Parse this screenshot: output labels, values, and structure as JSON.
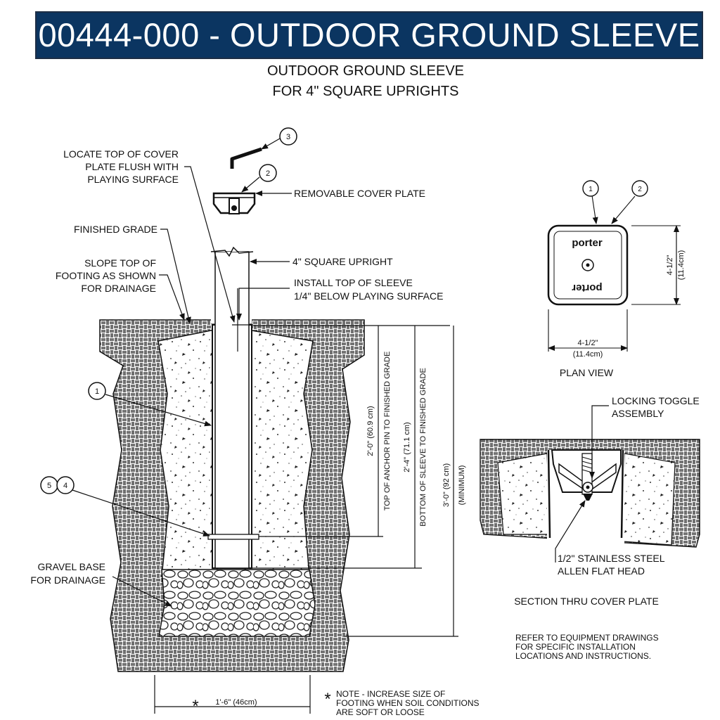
{
  "header": {
    "title": "00444-000 - OUTDOOR GROUND SLEEVE"
  },
  "subtitle": {
    "line1": "OUTDOOR GROUND SLEEVE",
    "line2": "FOR 4\" SQUARE UPRIGHTS"
  },
  "callouts": {
    "locate_top_1": "LOCATE TOP OF COVER",
    "locate_top_2": "PLATE FLUSH WITH",
    "locate_top_3": "PLAYING SURFACE",
    "removable_cover": "REMOVABLE COVER PLATE",
    "finished_grade": "FINISHED GRADE",
    "slope_1": "SLOPE TOP OF",
    "slope_2": "FOOTING AS SHOWN",
    "slope_3": "FOR DRAINAGE",
    "square_upright": "4\" SQUARE UPRIGHT",
    "install_top_1": "INSTALL TOP OF SLEEVE",
    "install_top_2": "1/4\" BELOW PLAYING SURFACE",
    "gravel_1": "GRAVEL BASE",
    "gravel_2": "FOR DRAINAGE"
  },
  "markers": {
    "m1": "1",
    "m2": "2",
    "m3": "3",
    "m4": "4",
    "m5": "5"
  },
  "dimensions": {
    "d20": "2'-0\" (60.9 cm)",
    "d20_label": "TOP OF ANCHOR PIN TO FINISHED GRADE",
    "d24": "2'-4\" (71.1 cm)",
    "d24_label": "BOTTOM OF SLEEVE TO FINISHED GRADE",
    "d30": "3'-0\" (92 cm)",
    "d30_label": "(MINIMUM)",
    "width": "1'-6\" (46cm)",
    "asterisk": "*"
  },
  "note": {
    "line1": "NOTE - INCREASE SIZE OF",
    "line2": "FOOTING WHEN SOIL CONDITIONS",
    "line3": "ARE SOFT OR LOOSE"
  },
  "plan_view": {
    "brand": "porter",
    "dim_h": "4-1/2\"",
    "dim_h_cm": "(11.4cm)",
    "dim_v": "4-1/2\"",
    "dim_v_cm": "(11.4cm)",
    "label": "PLAN VIEW"
  },
  "section": {
    "toggle_1": "LOCKING TOGGLE",
    "toggle_2": "ASSEMBLY",
    "allen_1": "1/2\" STAINLESS STEEL",
    "allen_2": "ALLEN FLAT HEAD",
    "label": "SECTION THRU COVER PLATE"
  },
  "refer": {
    "line1": "REFER TO EQUIPMENT DRAWINGS",
    "line2": "FOR SPECIFIC INSTALLATION",
    "line3": "LOCATIONS AND INSTRUCTIONS."
  }
}
